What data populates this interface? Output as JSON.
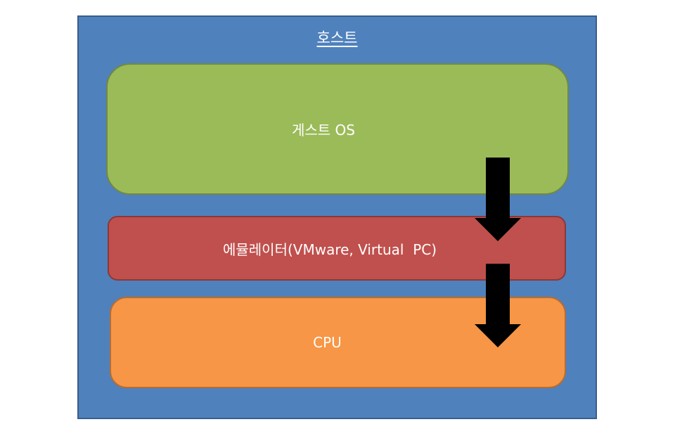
{
  "diagram": {
    "title": "Host / Guest OS Emulation Layers",
    "host": {
      "label": "호스트",
      "color": "#4f81bd"
    },
    "layers": [
      {
        "id": "guest-os",
        "label": "게스트 OS",
        "color": "#9bbb59"
      },
      {
        "id": "emulator",
        "label": "에뮬레이터(VMware, Virtual  PC)",
        "color": "#c0504d"
      },
      {
        "id": "cpu",
        "label": "CPU",
        "color": "#f79646"
      }
    ],
    "arrows": [
      {
        "from": "guest-os",
        "to": "emulator",
        "color": "#000000"
      },
      {
        "from": "emulator",
        "to": "cpu",
        "color": "#000000"
      }
    ]
  }
}
